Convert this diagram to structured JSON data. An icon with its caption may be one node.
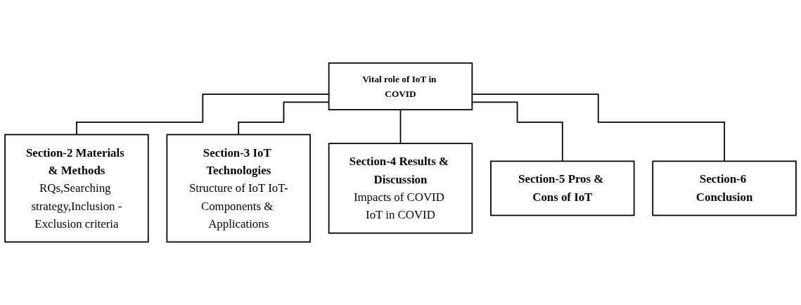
{
  "diagram": {
    "nodes": [
      {
        "text": [
          "Vital role of IoT in COVID"
        ]
      },
      {
        "text": [
          "Section-2 Materials & Methods",
          "RQs,Searching strategy,Inclusion -Exclusion criteria"
        ]
      },
      {
        "text": [
          "Section-3 IoT Technologies",
          "Structure of IoT IoT-Components & Applications"
        ]
      },
      {
        "text": [
          "Section-4 Results & Discussion",
          "Impacts of COVID IoT in COVID"
        ]
      },
      {
        "text": [
          "Section-5 Pros & Cons of IoT"
        ]
      },
      {
        "text": [
          "Section-6 Conclusion"
        ]
      }
    ],
    "edges": [
      {
        "from": 0,
        "to": 1,
        "arrow": "none"
      },
      {
        "from": 0,
        "to": 2,
        "arrow": "none"
      },
      {
        "from": 0,
        "to": 3,
        "arrow": "none"
      },
      {
        "from": 0,
        "to": 4,
        "arrow": "none"
      },
      {
        "from": 0,
        "to": 5,
        "arrow": "none"
      }
    ]
  }
}
